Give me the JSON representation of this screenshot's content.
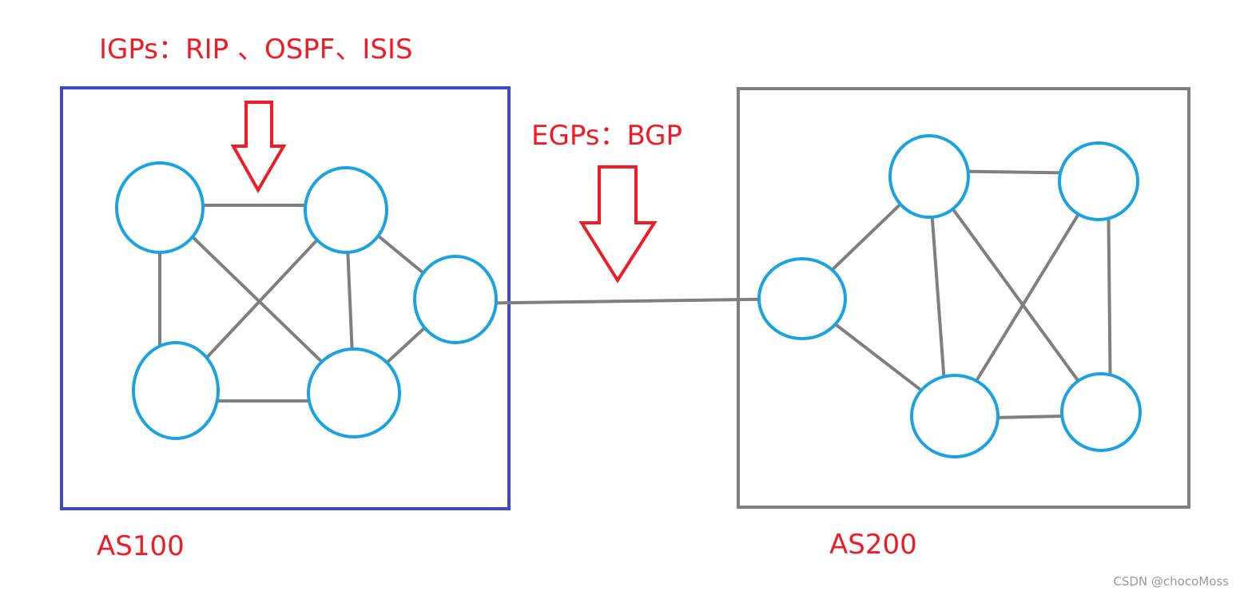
{
  "labels": {
    "igp": "IGPs：RIP 、OSPF、ISIS",
    "egp": "EGPs：BGP",
    "as100": "AS100",
    "as200": "AS200"
  },
  "watermark": "CSDN @chocoMoss",
  "colors": {
    "label_red": "#ee1c25",
    "as100_border": "#3f48cc",
    "as200_border": "#7f7f7f",
    "node_blue": "#1aa3e0",
    "link_gray": "#7f7f7f"
  }
}
